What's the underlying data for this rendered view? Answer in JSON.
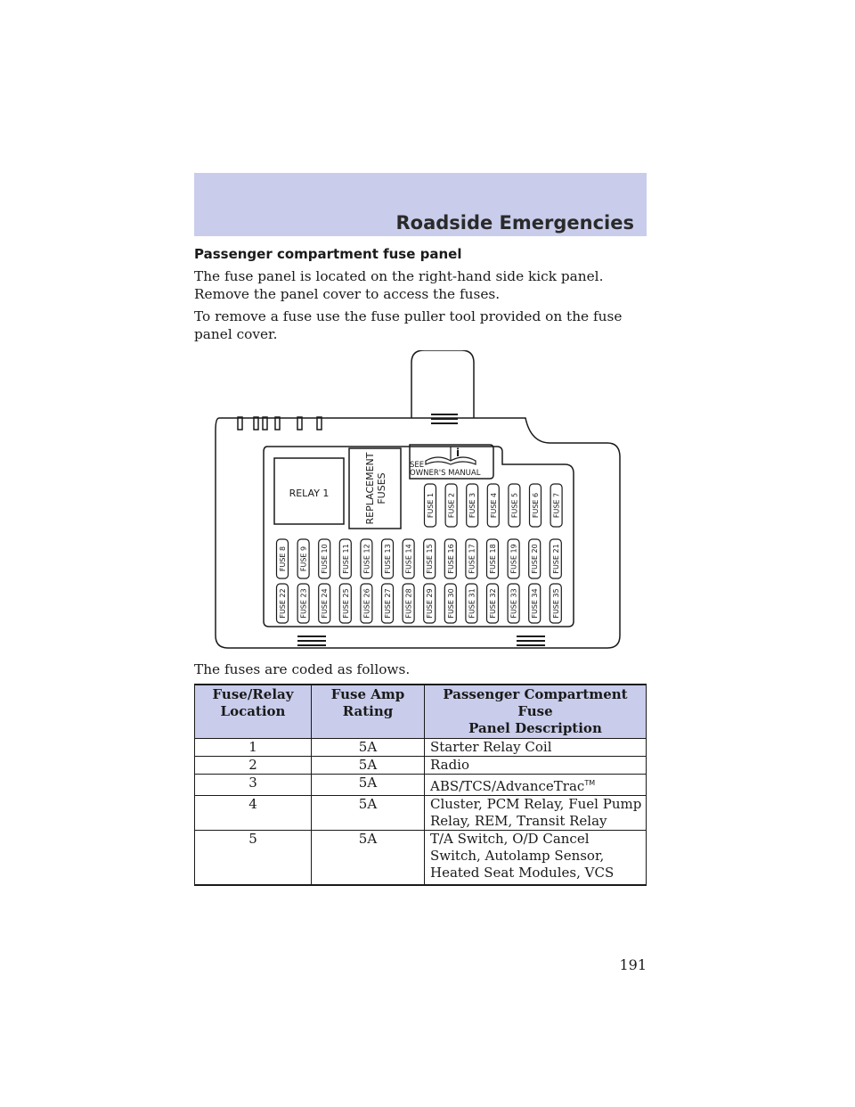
{
  "header": {
    "title": "Roadside Emergencies"
  },
  "section": {
    "title": "Passenger compartment fuse panel"
  },
  "paragraphs": {
    "p1": "The fuse panel is located on the right-hand side kick panel. Remove the panel cover to access the fuses.",
    "p2": "To remove a fuse use the fuse puller tool provided on the fuse panel cover.",
    "p3": "The fuses are coded as follows."
  },
  "diagram": {
    "relay_label": "RELAY 1",
    "replacement_line1": "REPLACEMENT",
    "replacement_line2": "FUSES",
    "manual_line1": "SEE",
    "manual_line2": "OWNER'S MANUAL",
    "manual_icon": "book-info-icon",
    "top_fuses": [
      "FUSE 1",
      "FUSE 2",
      "FUSE 3",
      "FUSE 4",
      "FUSE 5",
      "FUSE 6",
      "FUSE 7"
    ],
    "middle_fuses": [
      "FUSE 8",
      "FUSE 9",
      "FUSE 10",
      "FUSE 11",
      "FUSE 12",
      "FUSE 13",
      "FUSE 14",
      "FUSE 15",
      "FUSE 16",
      "FUSE 17",
      "FUSE 18",
      "FUSE 19",
      "FUSE 20",
      "FUSE 21"
    ],
    "bottom_fuses": [
      "FUSE 22",
      "FUSE 23",
      "FUSE 24",
      "FUSE 25",
      "FUSE 26",
      "FUSE 27",
      "FUSE 28",
      "FUSE 29",
      "FUSE 30",
      "FUSE 31",
      "FUSE 32",
      "FUSE 33",
      "FUSE 34",
      "FUSE 35"
    ]
  },
  "table": {
    "headers": {
      "h1_line1": "Fuse/Relay",
      "h1_line2": "Location",
      "h2_line1": "Fuse Amp",
      "h2_line2": "Rating",
      "h3_line1": "Passenger Compartment Fuse",
      "h3_line2": "Panel Description"
    },
    "rows": [
      {
        "location": "1",
        "rating": "5A",
        "description": "Starter Relay Coil"
      },
      {
        "location": "2",
        "rating": "5A",
        "description": "Radio"
      },
      {
        "location": "3",
        "rating": "5A",
        "description": "ABS/TCS/AdvanceTrac",
        "mark": "TM"
      },
      {
        "location": "4",
        "rating": "5A",
        "description": "Cluster, PCM Relay, Fuel Pump Relay, REM, Transit Relay"
      },
      {
        "location": "5",
        "rating": "5A",
        "description": "T/A Switch, O/D Cancel Switch, Autolamp Sensor, Heated Seat Modules, VCS"
      }
    ]
  },
  "page_number": "191",
  "colors": {
    "band": "#c9cdeb"
  }
}
